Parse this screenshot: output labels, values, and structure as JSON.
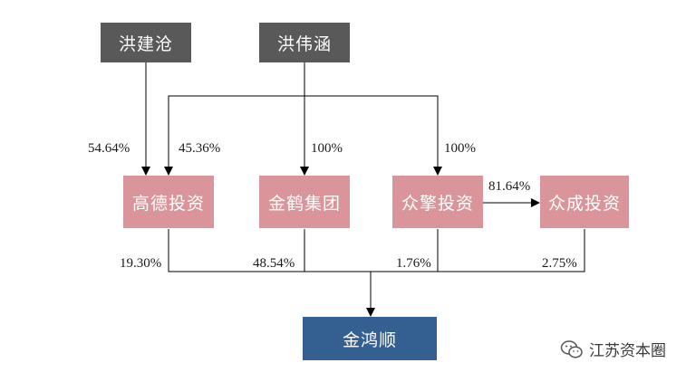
{
  "nodes": {
    "hong_jiancang": "洪建沧",
    "hong_weihan": "洪伟涵",
    "gaode": "高德投资",
    "jinhe": "金鹤集团",
    "zhongqing": "众擎投资",
    "zhongcheng": "众成投资",
    "jinhongshun": "金鸿顺"
  },
  "edges": {
    "jiancang_to_gaode": "54.64%",
    "weihan_to_gaode": "45.36%",
    "weihan_to_jinhe": "100%",
    "weihan_to_zhongqing": "100%",
    "zhongqing_to_zhongcheng": "81.64%",
    "gaode_to_target": "19.30%",
    "jinhe_to_target": "48.54%",
    "zhongqing_to_target": "1.76%",
    "zhongcheng_to_target": "2.75%"
  },
  "watermark": {
    "text": "江苏资本圈",
    "icon": "wechat-icon"
  },
  "colors": {
    "owner": "#595959",
    "entity": "#d9959a",
    "target": "#345f91"
  }
}
